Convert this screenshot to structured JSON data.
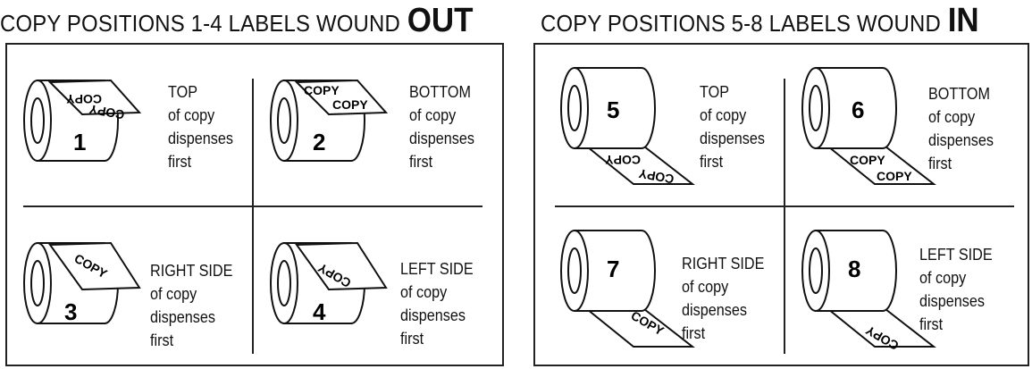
{
  "headings": {
    "left": {
      "text": "COPY POSITIONS 1-4 LABELS WOUND",
      "emphasis": "OUT"
    },
    "right": {
      "text": "COPY POSITIONS 5-8 LABELS WOUND",
      "emphasis": "IN"
    }
  },
  "label_text": "COPY",
  "positions": [
    {
      "number": "1",
      "line1": "TOP",
      "line2": "of copy",
      "line3": "dispenses",
      "line4": "first"
    },
    {
      "number": "2",
      "line1": "BOTTOM",
      "line2": "of copy",
      "line3": "dispenses",
      "line4": "first"
    },
    {
      "number": "3",
      "line1": "RIGHT SIDE",
      "line2": "of copy",
      "line3": "dispenses",
      "line4": "first"
    },
    {
      "number": "4",
      "line1": "LEFT SIDE",
      "line2": "of copy",
      "line3": "dispenses",
      "line4": "first"
    },
    {
      "number": "5",
      "line1": "TOP",
      "line2": "of copy",
      "line3": "dispenses",
      "line4": "first"
    },
    {
      "number": "6",
      "line1": "BOTTOM",
      "line2": "of copy",
      "line3": "dispenses",
      "line4": "first"
    },
    {
      "number": "7",
      "line1": "RIGHT SIDE",
      "line2": "of copy",
      "line3": "dispenses",
      "line4": "first"
    },
    {
      "number": "8",
      "line1": "LEFT SIDE",
      "line2": "of copy",
      "line3": "dispenses",
      "line4": "first"
    }
  ]
}
